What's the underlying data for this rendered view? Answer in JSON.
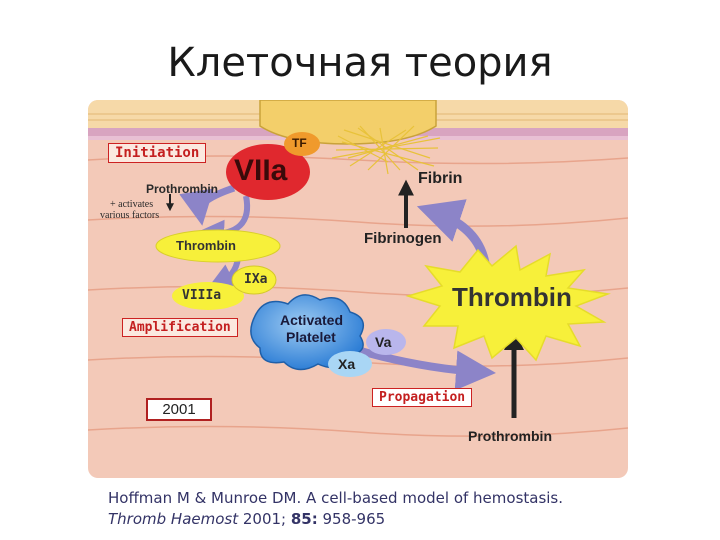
{
  "page": {
    "title": "Клеточная теория"
  },
  "diagram": {
    "initiation": "Initiation",
    "factor_viia": "VIIa",
    "factor_tf": "TF",
    "fibrin": "Fibrin",
    "prothrombin_top": "Prothrombin",
    "activates_line1": "+ activates",
    "activates_line2": "various factors",
    "thrombin_small": "Thrombin",
    "fibrinogen": "Fibrinogen",
    "factor_ixa": "IXa",
    "factor_viiia": "VIIIa",
    "thrombin_large": "Thrombin",
    "amplification": "Amplification",
    "activated_platelet_line1": "Activated",
    "activated_platelet_line2": "Platelet",
    "factor_va": "Va",
    "factor_xa": "Xa",
    "year_box": "2001",
    "propagation": "Propagation",
    "prothrombin_bottom": "Prothrombin"
  },
  "citation": {
    "line1": "Hoffman M & Munroe DM. A cell-based model of hemostasis.",
    "journal": "Thromb Haemost",
    "year_text": " 2001; ",
    "volume": "85:",
    "pages": " 958-965"
  },
  "colors": {
    "tissue": "#f3c9b8",
    "tissue_line": "#e8a48c",
    "cell_yellow": "#f3cf6a",
    "red": "#e0282e",
    "arrow_purple": "#8c84c8",
    "thrombin_yellow": "#f7f03a",
    "platelet_blue": "#2f7fd6",
    "va_purple": "#b9b6ec",
    "xa_blue": "#a9d6f5"
  }
}
